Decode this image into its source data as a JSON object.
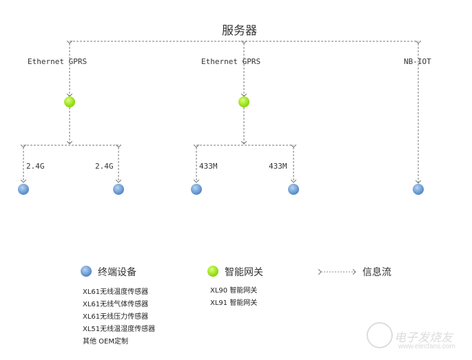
{
  "diagram": {
    "server_label": "服务器",
    "left_uplink": "Ethernet GPRS",
    "mid_uplink": "Ethernet GPRS",
    "right_uplink": "NB-IOT",
    "left_link_a": "2.4G",
    "left_link_b": "2.4G",
    "mid_link_a": "433M",
    "mid_link_b": "433M"
  },
  "legend": {
    "terminal": "终端设备",
    "gateway": "智能网关",
    "flow": "信息流"
  },
  "terminal_list": [
    "XL61无线温度传感器",
    "XL61无线气体传感器",
    "XL61无线压力传感器",
    "XL51无线温湿度传感器",
    "其他 OEM定制"
  ],
  "gateway_list": [
    "XL90 智能网关",
    "XL91 智能网关"
  ],
  "watermark": {
    "cn": "电子发烧友",
    "url": "www.elecfans.com"
  },
  "colors": {
    "terminal": "#6b9bd2",
    "gateway": "#a6e22e",
    "line": "#777777"
  }
}
